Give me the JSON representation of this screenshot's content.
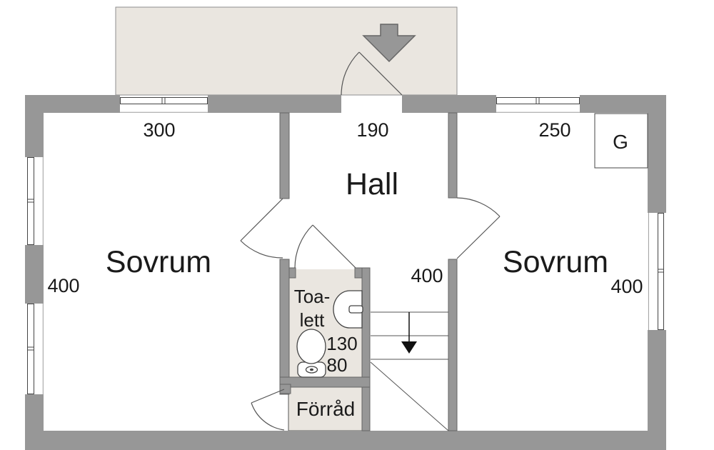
{
  "colors": {
    "paper": "#ffffff",
    "wall": "#979797",
    "area": "#eae6e0",
    "line": "#555555",
    "text": "#1a1a1a"
  },
  "rooms": {
    "bedroom_left": {
      "label": "Sovrum",
      "top_dim": "300",
      "side_dim": "400"
    },
    "hall": {
      "label": "Hall",
      "top_dim": "190",
      "side_dim": "400"
    },
    "bedroom_right": {
      "label": "Sovrum",
      "top_dim": "250",
      "side_dim": "400"
    },
    "toilet": {
      "label_line1": "Toa-",
      "label_line2": "lett",
      "dim_width": "130",
      "dim_depth": "80"
    },
    "storage": {
      "label": "Förråd"
    },
    "wardrobe": {
      "label": "G"
    }
  },
  "icons": {
    "entrance_arrow": "down-block-arrow",
    "stair_direction_arrow": "down-arrow"
  }
}
